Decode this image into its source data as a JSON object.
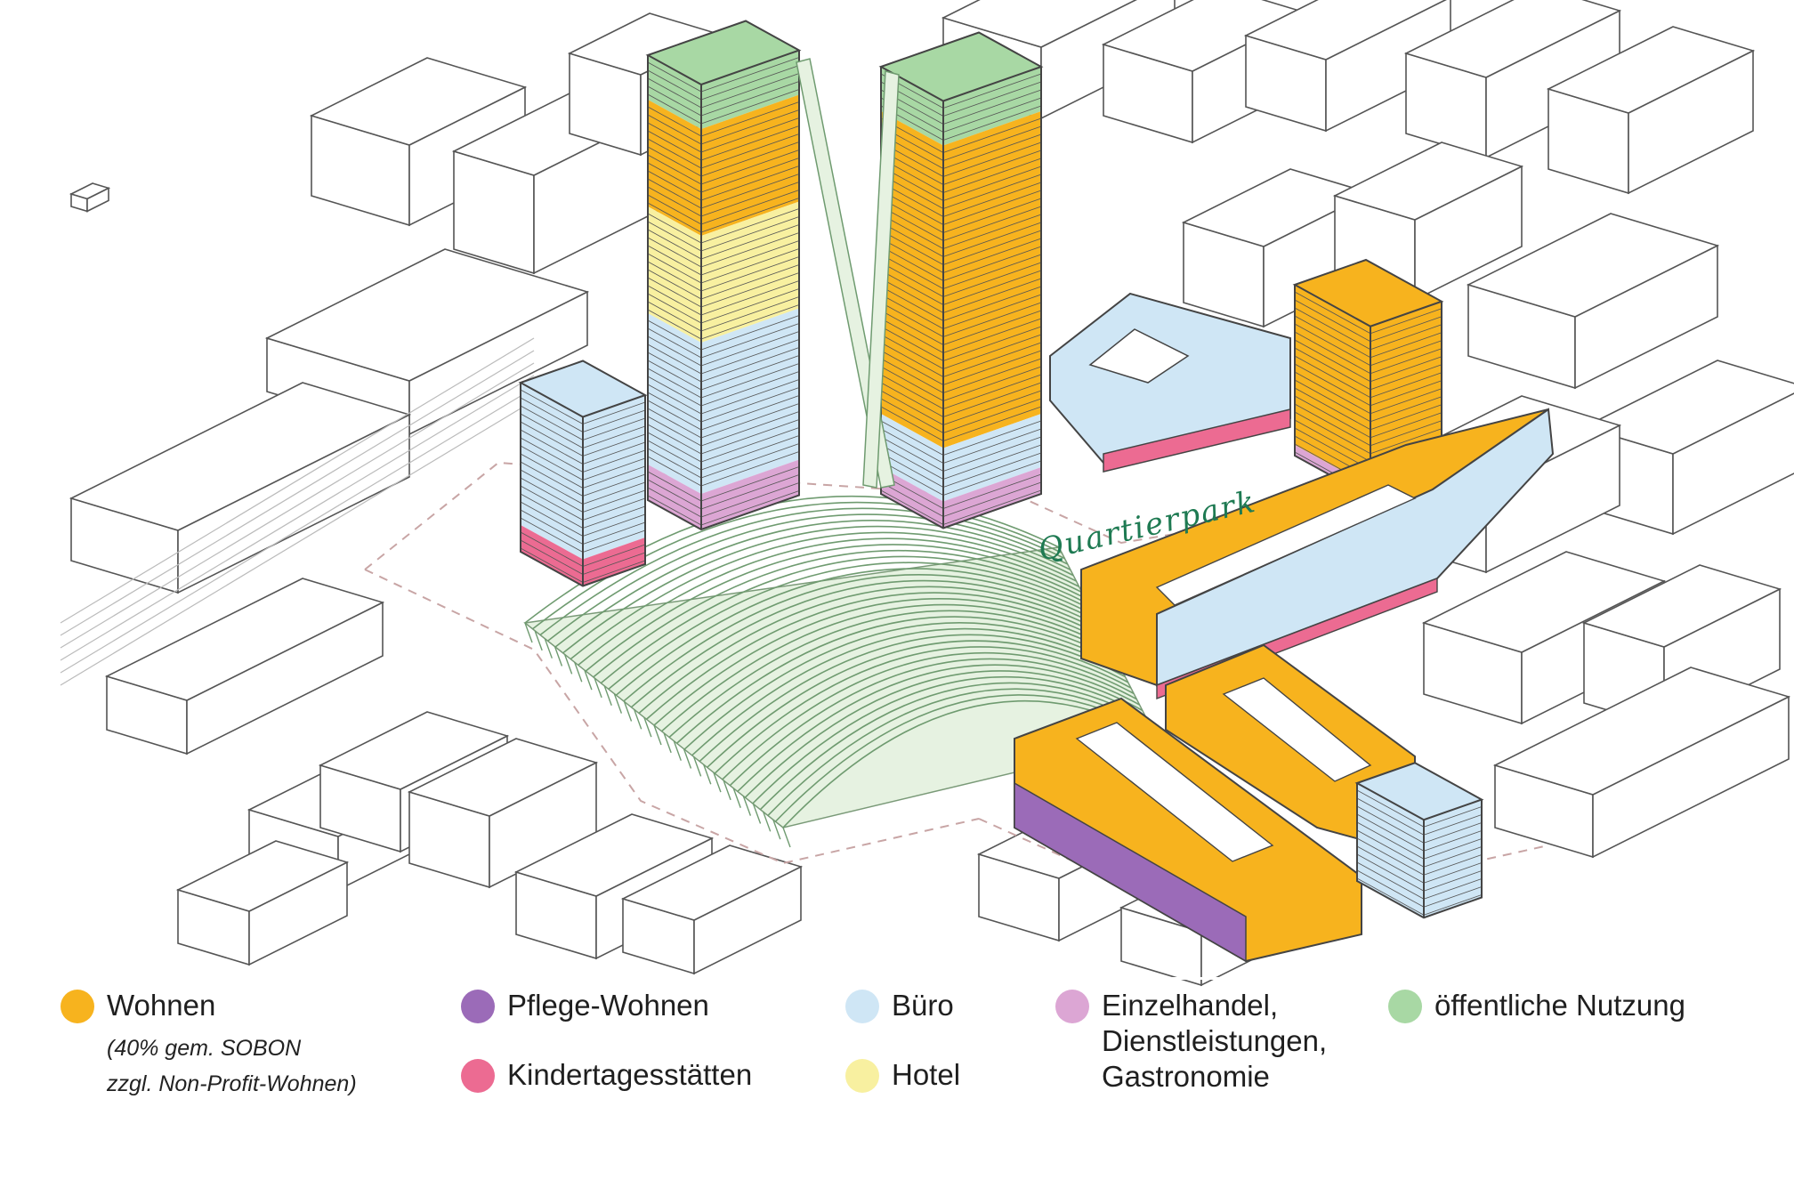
{
  "scene": {
    "park_label": "Quartierpark"
  },
  "colors": {
    "wohnen": "#f7b31e",
    "pflege": "#9b6bb8",
    "buero": "#cfe6f5",
    "einzelhandel": "#dca6d4",
    "oeffentlich": "#a8d8a4",
    "kita": "#ec6b92",
    "hotel": "#f8f0a0",
    "roof": "#e6f2e1",
    "outline": "#444444"
  },
  "legend": {
    "items": [
      {
        "key": "wohnen",
        "label": "Wohnen",
        "color": "#f7b31e"
      },
      {
        "key": "pflege",
        "label": "Pflege-Wohnen",
        "color": "#9b6bb8"
      },
      {
        "key": "buero",
        "label": "Büro",
        "color": "#cfe6f5"
      },
      {
        "key": "einzelhandel",
        "label": "Einzelhandel,\nDienstleistungen,\nGastronomie",
        "color": "#dca6d4"
      },
      {
        "key": "oeffentlich",
        "label": "öffentliche Nutzung",
        "color": "#a8d8a4"
      },
      {
        "key": "kita",
        "label": "Kindertagesstätten",
        "color": "#ec6b92"
      },
      {
        "key": "hotel",
        "label": "Hotel",
        "color": "#f8f0a0"
      }
    ],
    "wohnen_note": "(40% gem. SOBON\n zzgl. Non-Profit-Wohnen)"
  }
}
